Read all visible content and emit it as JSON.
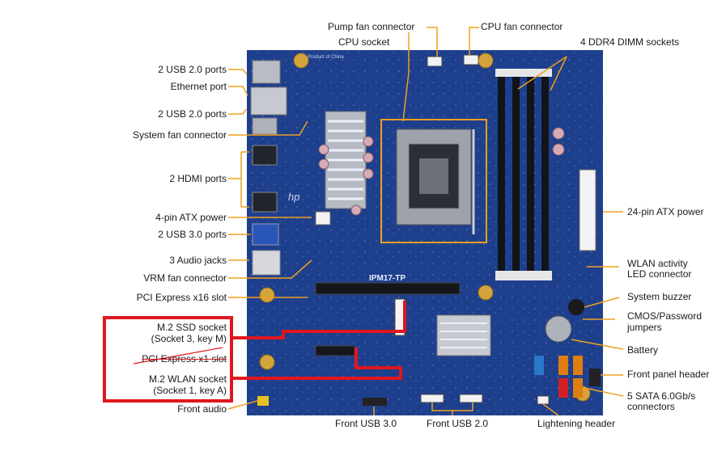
{
  "labels": {
    "pump_fan": "Pump fan connector",
    "cpu_fan": "CPU fan connector",
    "cpu_socket": "CPU socket",
    "ddr4": "4 DDR4 DIMM sockets",
    "usb2_a": "2 USB 2.0 ports",
    "ethernet": "Ethernet port",
    "usb2_b": "2 USB 2.0 ports",
    "system_fan": "System fan connector",
    "hdmi": "2 HDMI ports",
    "atx4": "4-pin ATX power",
    "usb3": "2 USB 3.0 ports",
    "audio_jacks": "3 Audio jacks",
    "vrm_fan": "VRM fan connector",
    "pcie16": "PCI Express x16 slot",
    "m2_ssd_1": "M.2 SSD socket",
    "m2_ssd_2": "(Socket 3,  key M)",
    "pcie1": "PCI Express x1 slot",
    "m2_wlan_1": "M.2 WLAN socket",
    "m2_wlan_2": "(Socket 1,  key A)",
    "front_audio": "Front audio",
    "front_usb3": "Front USB 3.0",
    "front_usb2": "Front USB 2.0",
    "lightening": "Lightening header",
    "atx24": "24-pin ATX power",
    "wlan_led_1": "WLAN activity",
    "wlan_led_2": "LED connector",
    "buzzer": "System buzzer",
    "cmos_1": "CMOS/Password",
    "cmos_2": "jumpers",
    "battery": "Battery",
    "front_panel": "Front panel header",
    "sata_1": "5 SATA 6.0Gb/s",
    "sata_2": "connectors"
  },
  "board": {
    "model": "IPM17-TP",
    "brand": "hp",
    "silk_top": "Product of China"
  },
  "colors": {
    "pcb": "#1e3f8c",
    "leader": "#f0a020",
    "highlight": "#e0161e"
  }
}
